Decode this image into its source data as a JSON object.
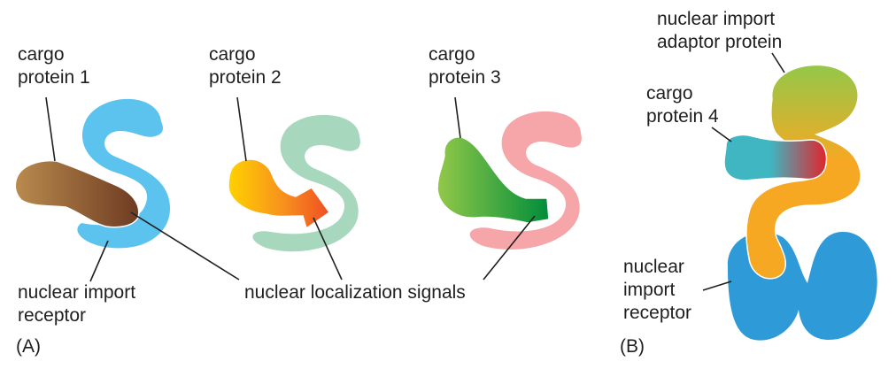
{
  "panel_a": {
    "label": "(A)",
    "cargo_1": [
      "cargo",
      "protein 1"
    ],
    "cargo_2": [
      "cargo",
      "protein 2"
    ],
    "cargo_3": [
      "cargo",
      "protein 3"
    ],
    "receptor": [
      "nuclear import",
      "receptor"
    ],
    "signals": "nuclear localization signals"
  },
  "panel_b": {
    "label": "(B)",
    "adaptor": [
      "nuclear import",
      "adaptor protein"
    ],
    "cargo_4": [
      "cargo",
      "protein 4"
    ],
    "receptor": [
      "nuclear",
      "import",
      "receptor"
    ]
  },
  "colors": {
    "receptor_1": "#5bc3ee",
    "cargo_1": "#b98b4e",
    "nls_1": "#7a4529",
    "receptor_2": "#a7d8bd",
    "cargo_2": "#ffdc00",
    "nls_2": "#f26522",
    "receptor_3": "#f6a5a8",
    "cargo_3": "#93c849",
    "nls_3": "#00923f",
    "adaptor": "#93c849",
    "cargo_4": "#3fb6c1",
    "nls_4": "#e3242b",
    "receptor_4": "#2e9ad8",
    "adaptor_tip": "#f7a823"
  }
}
